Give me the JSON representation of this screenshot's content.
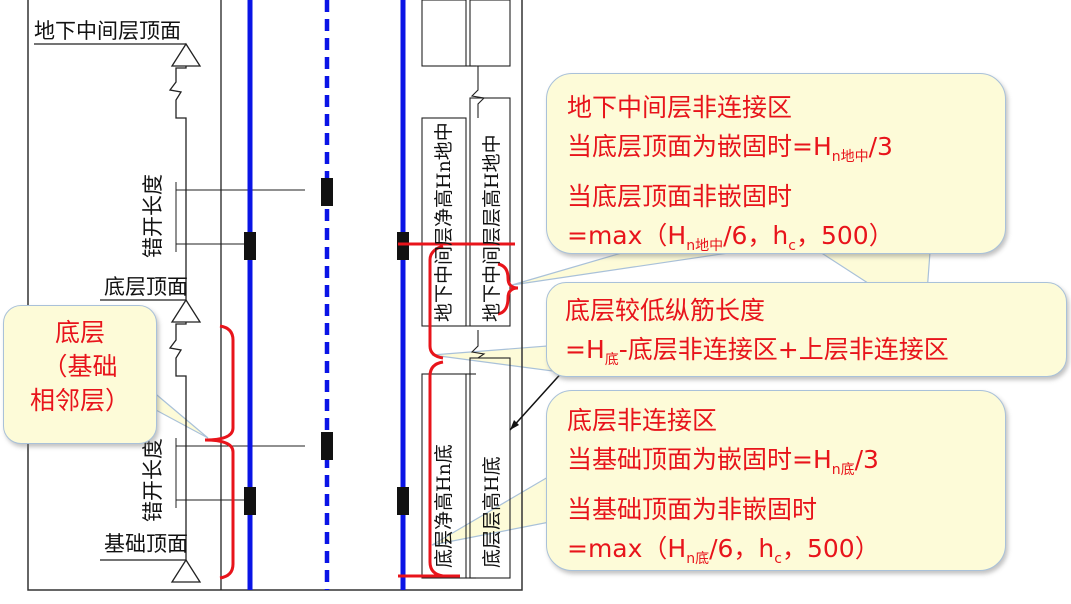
{
  "labels": {
    "mid_floor_top": "地下中间层顶面",
    "ground_floor_top": "底层顶面",
    "foundation_top": "基础顶面",
    "stagger_length_upper": "错开长度",
    "stagger_length_lower": "错开长度",
    "mid_clear_height": "地下中间层净高Hn地中",
    "mid_story_height": "地下中间层层高H地中",
    "base_clear_height": "底层净高Hn底",
    "base_story_height": "底层层高H底"
  },
  "callouts": {
    "mid_non_connect": {
      "line1": "地下中间层非连接区",
      "line2_a": "当底层顶面为嵌固时=H",
      "line2_sub": "n地中",
      "line2_b": "/3",
      "line3": "当底层顶面非嵌固时",
      "line4_a": "=max（H",
      "line4_sub": "n地中",
      "line4_b": "/6，h",
      "line4_sub2": "c",
      "line4_c": "，500）"
    },
    "lower_bar_length": {
      "line1": "底层较低纵筋长度",
      "line2_a": "=H",
      "line2_sub": "底",
      "line2_b": "-底层非连接区+上层非连接区"
    },
    "base_non_connect": {
      "line1": "底层非连接区",
      "line2_a": "当基础顶面为嵌固时=H",
      "line2_sub": "n底",
      "line2_b": "/3",
      "line3": "当基础顶面为非嵌固时",
      "line4_a": "=max（H",
      "line4_sub": "n底",
      "line4_b": "/6，h",
      "line4_sub2": "c",
      "line4_c": "，500）"
    },
    "base_floor": {
      "line1": "底层",
      "line2": "（基础",
      "line3": "相邻层）"
    }
  },
  "colors": {
    "rebar": "#0a14e6",
    "highlight": "#e8141b",
    "frame": "#222222",
    "callout_fill": "#fdfbd8",
    "callout_border": "#a9c1d9",
    "coupler": "#111111"
  }
}
